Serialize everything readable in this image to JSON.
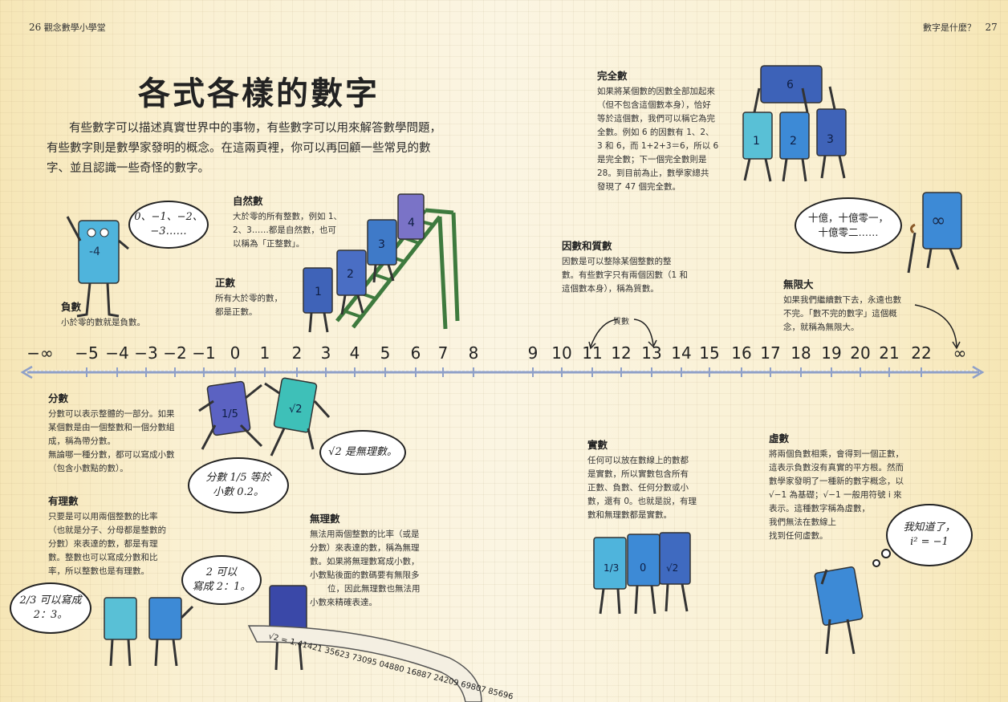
{
  "header": {
    "left_page": "26",
    "left_section": "觀念數學小學堂",
    "right_section": "數字是什麼？",
    "right_page": "27"
  },
  "title": "各式各樣的數字",
  "intro": [
    "有些數字可以描述真實世界中的事物，有些數字可以用來解答數學問題，",
    "有些數字則是數學家發明的概念。在這兩頁裡，你可以再回顧一些常見的數",
    "字、並且認識一些奇怪的數字。"
  ],
  "sections": {
    "negative": {
      "title": "負數",
      "lines": [
        "小於零的數就是負數。"
      ]
    },
    "natural": {
      "title": "自然數",
      "lines": [
        "大於零的所有整數，例如 1、",
        "2、3……都是自然數，也可",
        "以稱為「正整數」。"
      ]
    },
    "positive": {
      "title": "正數",
      "lines": [
        "所有大於零的數，",
        "都是正數。"
      ]
    },
    "perfect": {
      "title": "完全數",
      "lines": [
        "如果將某個數的因數全部加起來",
        "（但不包含這個數本身），恰好",
        "等於這個數，我們可以稱它為完",
        "全數。例如 6 的因數有 1、2、",
        "3 和 6，而 1+2+3＝6，所以 6",
        "是完全數；下一個完全數則是",
        "28。到目前為止，數學家總共",
        "發現了 47 個完全數。"
      ]
    },
    "prime": {
      "title": "因數和質數",
      "lines": [
        "因數是可以整除某個整數的整",
        "數。有些數字只有兩個因數（1 和",
        "這個數本身），稱為質數。"
      ]
    },
    "infinity": {
      "title": "無限大",
      "lines": [
        "如果我們繼續數下去，永遠也數",
        "不完。「數不完的數字」這個概",
        "念，就稱為無限大。"
      ]
    },
    "fraction": {
      "title": "分數",
      "lines": [
        "分數可以表示整體的一部分。如果",
        "某個數是由一個整數和一個分數組",
        "成，稱為帶分數。",
        "無論哪一種分數，都可以寫成小數",
        "（包含小數點的數）。"
      ]
    },
    "rational": {
      "title": "有理數",
      "lines": [
        "只要是可以用兩個整數的比率",
        "（也就是分子、分母都是整數的",
        "分數）來表達的數，都是有理",
        "數。整數也可以寫成分數和比",
        "率，所以整數也是有理數。"
      ]
    },
    "irrational": {
      "title": "無理數",
      "lines": [
        "無法用兩個整數的比率（或是",
        "分數）來表達的數，稱為無理",
        "數。如果將無理數寫成小數，",
        "小數點後面的數碼要有無限多",
        "位，因此無理數也無法用",
        "小數來精確表達。"
      ]
    },
    "real": {
      "title": "實數",
      "lines": [
        "任何可以放在數線上的數都",
        "是實數，所以實數包含所有",
        "正數、負數、任何分數或小",
        "數，還有 0。也就是說，有理",
        "數和無理數都是實數。"
      ]
    },
    "imaginary": {
      "title": "虛數",
      "lines": [
        "將兩個負數相乘，會得到一個正數，",
        "這表示負數沒有真實的平方根。然而",
        "數學家發明了一種新的數字概念，以",
        "√−1 為基礎；√−1 一般用符號 i 來",
        "表示。這種數字稱為虛數，",
        "我們無法在數線上",
        "找到任何虛數。"
      ]
    }
  },
  "bubbles": {
    "negative": [
      "0、−1、−2、",
      "−3……"
    ],
    "billion": [
      "十億，十億零一，",
      "十億零二……"
    ],
    "fraction": [
      "分數 1/5 等於",
      "小數 0.2。"
    ],
    "sqrt2": [
      "√2 是無理數。"
    ],
    "two_ratio": [
      "2 可以",
      "寫成 2：1。"
    ],
    "two_thirds": [
      "2/3 可以寫成",
      "2：3。"
    ],
    "imag": [
      "我知道了，",
      "i² = −1"
    ]
  },
  "number_line": {
    "ticks": [
      "−∞",
      "−5",
      "−4",
      "−3",
      "−2",
      "−1",
      "0",
      "1",
      "2",
      "3",
      "4",
      "5",
      "6",
      "7",
      "8",
      "9",
      "10",
      "11",
      "12",
      "13",
      "14",
      "15",
      "16",
      "17",
      "18",
      "19",
      "20",
      "21",
      "22",
      "∞"
    ],
    "prime_label": "質數"
  },
  "characters": {
    "negative": "-4",
    "stairs": [
      "1",
      "2",
      "3",
      "4"
    ],
    "perfect": [
      "6",
      "1",
      "2",
      "3"
    ],
    "fraction_a": "1/5",
    "fraction_b": "√2",
    "real": [
      "1/3",
      "0",
      "√2"
    ],
    "infinity": "∞"
  },
  "scroll_text": "√2 = 1.41421 35623 73095 04880 16887 24209 69807 85696",
  "colors": {
    "blue_dark": "#3f63b8",
    "blue_mid": "#3d8ad6",
    "blue_light": "#4fb4dc",
    "teal": "#59c0d6",
    "purple": "#7a73c7",
    "green_ladder": "#3e7a3e"
  }
}
